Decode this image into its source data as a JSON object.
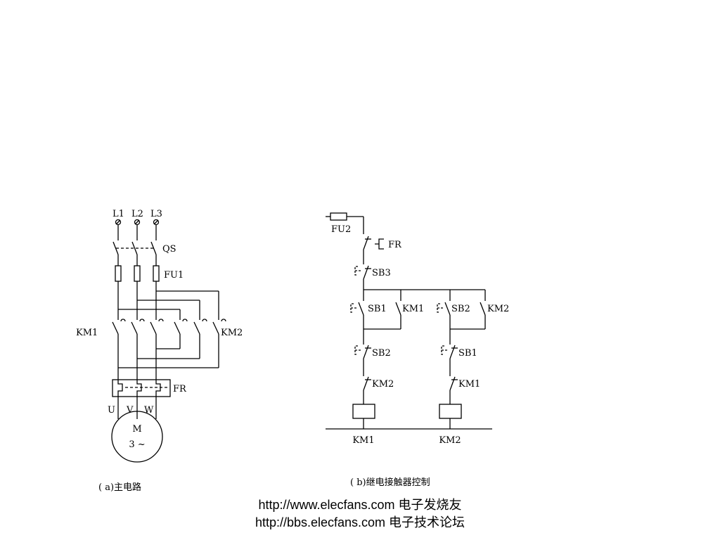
{
  "circuit_a": {
    "phases": [
      "L1",
      "L2",
      "L3"
    ],
    "switch": "QS",
    "fuse": "FU1",
    "contactor_left": "KM1",
    "contactor_right": "KM2",
    "overload": "FR",
    "outputs": [
      "U",
      "V",
      "W"
    ],
    "motor_line1": "M",
    "motor_line2": "3 ~",
    "caption": "( a)主电路"
  },
  "circuit_b": {
    "fuse": "FU2",
    "overload_contact": "FR",
    "stop_button": "SB3",
    "start_left": "SB1",
    "hold_left": "KM1",
    "start_right": "SB2",
    "hold_right": "KM2",
    "interlock_btn_left": "SB2",
    "interlock_btn_right": "SB1",
    "interlock_km_left": "KM2",
    "interlock_km_right": "KM1",
    "coil_left": "KM1",
    "coil_right": "KM2",
    "caption": "( b)继电接触器控制"
  },
  "footer": {
    "text": "http://www.elecfans.com 电子发烧友 http://bbs.elecfans.com 电子技术论坛"
  }
}
